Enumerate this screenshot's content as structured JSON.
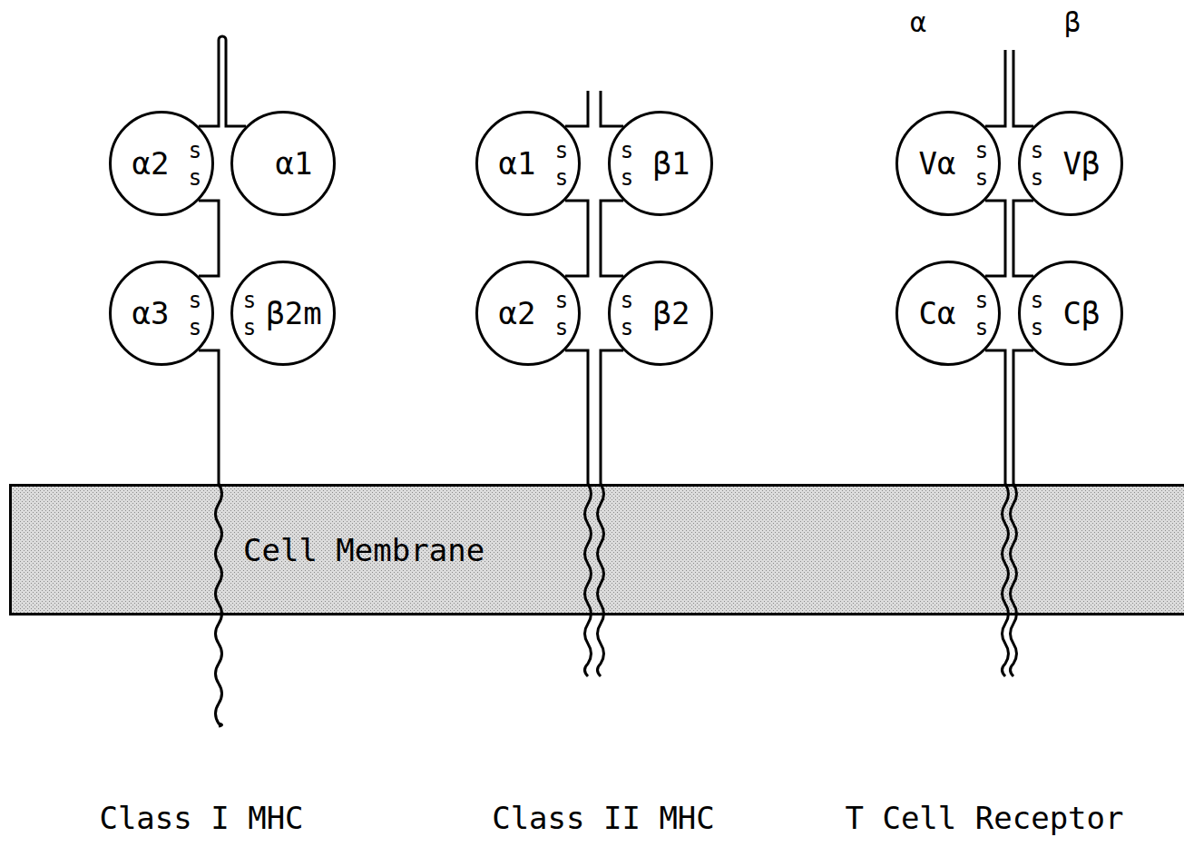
{
  "diagram": {
    "nodes": [
      {
        "text": [
          "α2"
        ]
      },
      {
        "text": [
          "α1"
        ]
      },
      {
        "text": [
          "α3"
        ]
      },
      {
        "text": [
          "β2m"
        ]
      },
      {
        "text": [
          "α1"
        ]
      },
      {
        "text": [
          "β1"
        ]
      },
      {
        "text": [
          "α2"
        ]
      },
      {
        "text": [
          "β2"
        ]
      },
      {
        "text": [
          "Vα"
        ]
      },
      {
        "text": [
          "Vβ"
        ]
      },
      {
        "text": [
          "Cα"
        ]
      },
      {
        "text": [
          "Cβ"
        ]
      },
      {
        "text": [
          "Cell Membrane"
        ]
      }
    ],
    "edges": [
      {
        "from": 1,
        "to": 0,
        "arrow": "none"
      },
      {
        "from": 0,
        "to": 2,
        "arrow": "none"
      },
      {
        "from": 4,
        "to": 6,
        "arrow": "none"
      },
      {
        "from": 5,
        "to": 7,
        "arrow": "none"
      },
      {
        "from": 8,
        "to": 10,
        "arrow": "none"
      },
      {
        "from": 9,
        "to": 11,
        "arrow": "none"
      },
      {
        "from": 2,
        "to": 12,
        "arrow": "none"
      },
      {
        "from": 6,
        "to": 12,
        "arrow": "none"
      },
      {
        "from": 7,
        "to": 12,
        "arrow": "none"
      },
      {
        "from": 10,
        "to": 12,
        "arrow": "none"
      },
      {
        "from": 11,
        "to": 12,
        "arrow": "none"
      }
    ],
    "labels": [
      "α",
      "β",
      "s",
      "s",
      "s",
      "s",
      "s",
      "s",
      "s",
      "s",
      "s",
      "s",
      "s",
      "s",
      "s",
      "s",
      "s",
      "s",
      "s",
      "s",
      "s",
      "s",
      "s",
      "s",
      "Class I MHC",
      "Class II MHC",
      "T Cell Receptor"
    ]
  }
}
